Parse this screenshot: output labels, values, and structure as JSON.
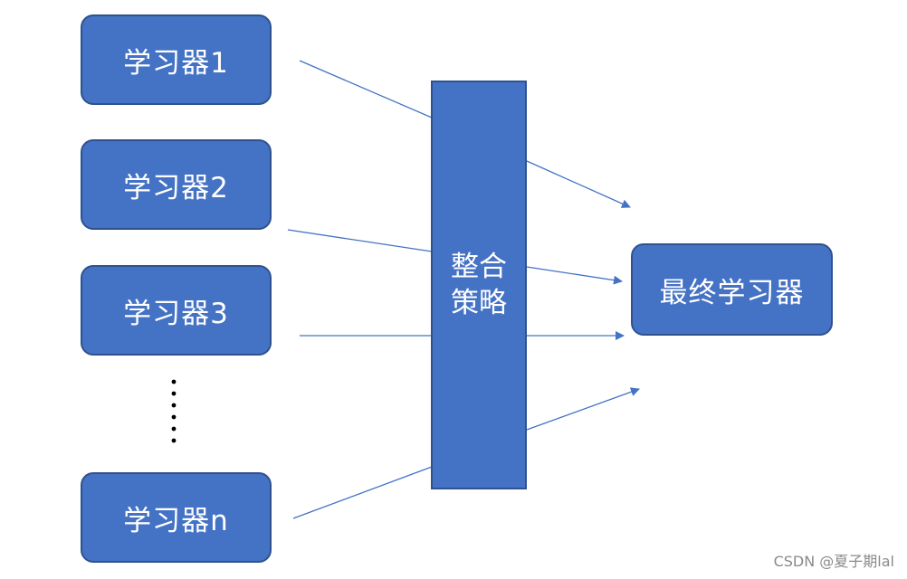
{
  "learners": [
    {
      "label": "学习器1"
    },
    {
      "label": "学习器2"
    },
    {
      "label": "学习器3"
    },
    {
      "label": "学习器n"
    }
  ],
  "strategy": {
    "line1": "整合",
    "line2": "策略"
  },
  "final": {
    "label": "最终学习器"
  },
  "ellipsis_symbol": "⋮",
  "watermark": "CSDN @夏子期lal",
  "colors": {
    "box_fill": "#4472c4",
    "box_border": "#2f528f",
    "text": "#ffffff",
    "connector": "#4472c4"
  }
}
